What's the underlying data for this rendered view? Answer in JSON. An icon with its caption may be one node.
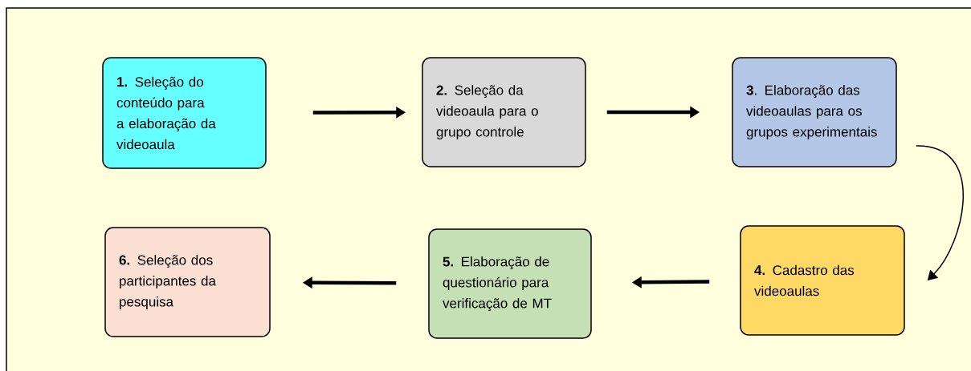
{
  "diagram": {
    "nodes": [
      {
        "text": [
          "**1.** Seleção do conteúdo para a elaboração da videoaula"
        ]
      },
      {
        "text": [
          "**2.** Seleção da videoaula para o grupo controle"
        ]
      },
      {
        "text": [
          "**3**. Elaboração das videoaulas para os grupos experimentais"
        ]
      },
      {
        "text": [
          "**4.** Cadastro das videoaulas"
        ]
      },
      {
        "text": [
          "**5.** Elaboração de questionário para verificação de MT"
        ]
      },
      {
        "text": [
          "**6.** Seleção dos participantes da pesquisa"
        ]
      }
    ],
    "edges": [
      {
        "from": 0,
        "to": 1,
        "arrow": "to"
      },
      {
        "from": 1,
        "to": 2,
        "arrow": "to"
      },
      {
        "from": 2,
        "to": 3,
        "arrow": "to"
      },
      {
        "from": 3,
        "to": 4,
        "arrow": "to"
      },
      {
        "from": 4,
        "to": 5,
        "arrow": "to"
      }
    ]
  }
}
